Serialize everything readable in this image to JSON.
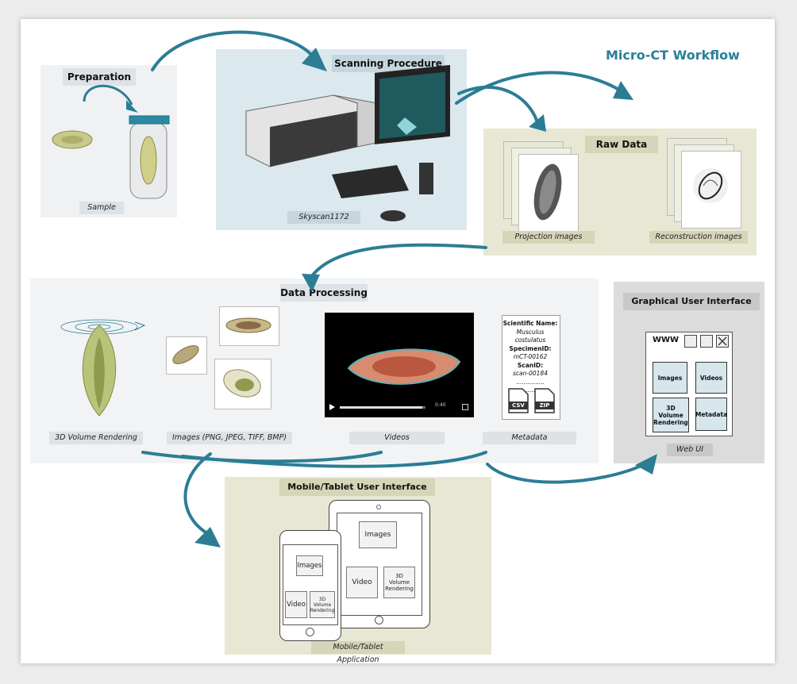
{
  "title": "Micro-CT Workflow",
  "preparation": {
    "title": "Preparation",
    "caption": "Sample"
  },
  "scanning": {
    "title": "Scanning Procedure",
    "caption": "Skyscan1172"
  },
  "raw_data": {
    "title": "Raw Data",
    "projection_caption": "Projection images",
    "reconstruction_caption": "Reconstruction images"
  },
  "processing": {
    "title": "Data Processing",
    "volume_caption": "3D Volume Rendering",
    "images_caption": "Images (PNG, JPEG, TIFF, BMP)",
    "videos_caption": "Videos",
    "metadata_caption": "Metadata",
    "video_time": "0:40",
    "metadata": {
      "scientific_name_label": "Scientific Name:",
      "scientific_name": "Musculus costulatus",
      "specimen_label": "SpecimenID:",
      "specimen_id": "mCT-00162",
      "scan_label": "ScanID:",
      "scan_id": "scan-00184",
      "dots1": "...............",
      "dots2": "...............",
      "csv": "CSV",
      "zip": "ZIP"
    }
  },
  "gui": {
    "title": "Graphical User Interface",
    "caption": "Web UI",
    "www": "WWW",
    "tiles": {
      "images": "Images",
      "videos": "Videos",
      "volume": "3D Volume Rendering",
      "metadata": "Metadata"
    }
  },
  "mobile": {
    "title": "Mobile/Tablet User Interface",
    "caption": "Mobile/Tablet Application",
    "tablet": {
      "images": "Images",
      "video": "Video",
      "volume": "3D Volume Rendering"
    },
    "phone": {
      "images": "Images",
      "video": "Video",
      "volume": "3D Volume Rendering"
    }
  },
  "colors": {
    "accent": "#2a7f98",
    "arrow": "#2c7d94",
    "scan_bg": "#dbe8ee",
    "raw_bg": "#e8e7d3",
    "proc_bg": "#f1f3f5",
    "gui_bg": "#dcdcdc"
  }
}
